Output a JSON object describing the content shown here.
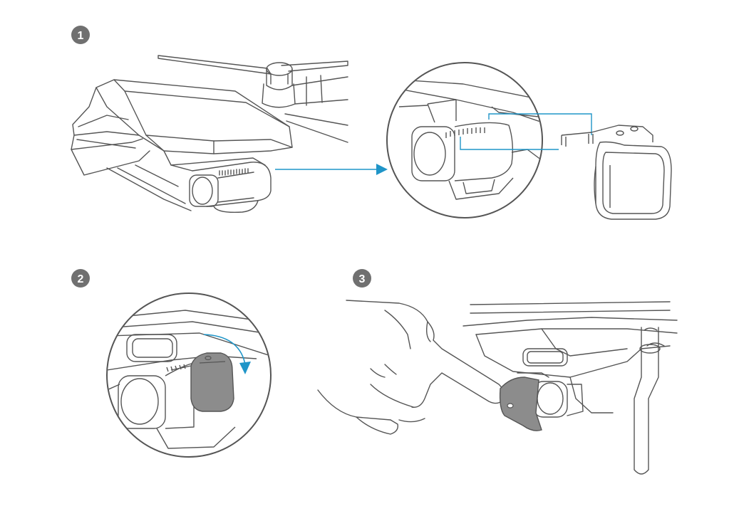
{
  "steps": [
    {
      "number": "1"
    },
    {
      "number": "2"
    },
    {
      "number": "3"
    }
  ],
  "colors": {
    "line": "#555555",
    "accent": "#1f95c8",
    "badge": "#707070",
    "filter_fill": "#8c8c8c",
    "background": "#ffffff"
  }
}
